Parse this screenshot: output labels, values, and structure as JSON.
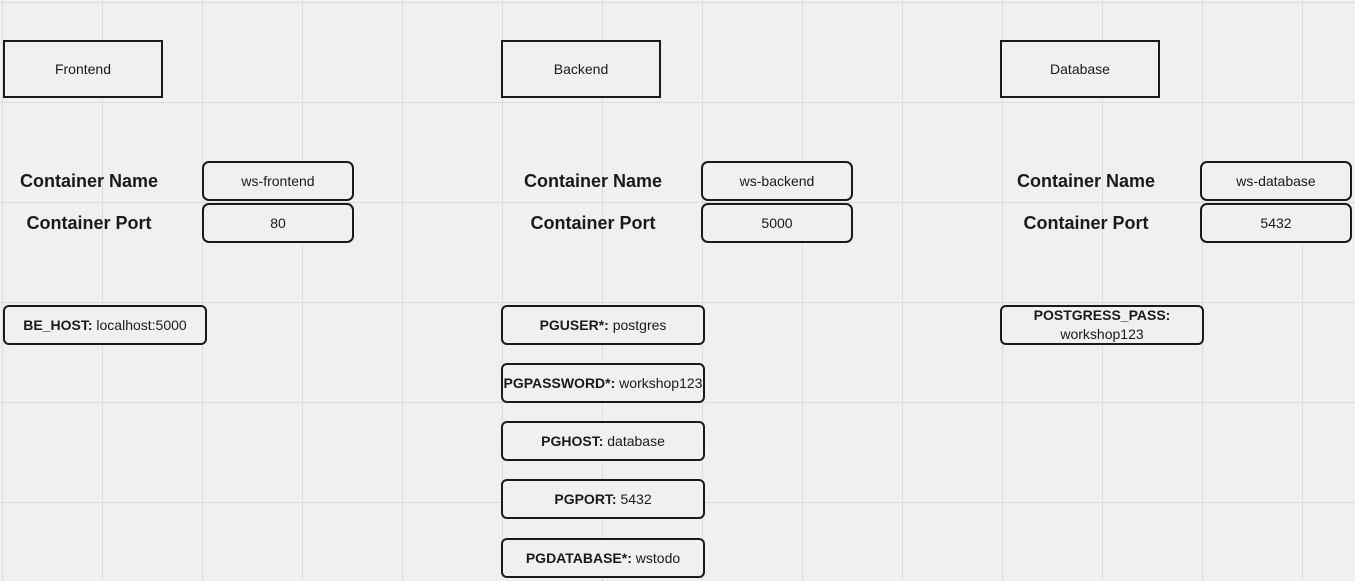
{
  "services": {
    "frontend": {
      "title": "Frontend",
      "container_name_label": "Container Name",
      "container_name": "ws-frontend",
      "container_port_label": "Container Port",
      "container_port": "80",
      "env": [
        {
          "key": "BE_HOST:",
          "value": "localhost:5000"
        }
      ]
    },
    "backend": {
      "title": "Backend",
      "container_name_label": "Container Name",
      "container_name": "ws-backend",
      "container_port_label": "Container Port",
      "container_port": "5000",
      "env": [
        {
          "key": "PGUSER*:",
          "value": "postgres"
        },
        {
          "key": "PGPASSWORD*:",
          "value": "workshop123"
        },
        {
          "key": "PGHOST:",
          "value": "database"
        },
        {
          "key": "PGPORT:",
          "value": "5432"
        },
        {
          "key": "PGDATABASE*:",
          "value": "wstodo"
        }
      ]
    },
    "database": {
      "title": "Database",
      "container_name_label": "Container Name",
      "container_name": "ws-database",
      "container_port_label": "Container Port",
      "container_port": "5432",
      "env": [
        {
          "key": "POSTGRESS_PASS:",
          "value": "workshop123"
        }
      ]
    }
  }
}
